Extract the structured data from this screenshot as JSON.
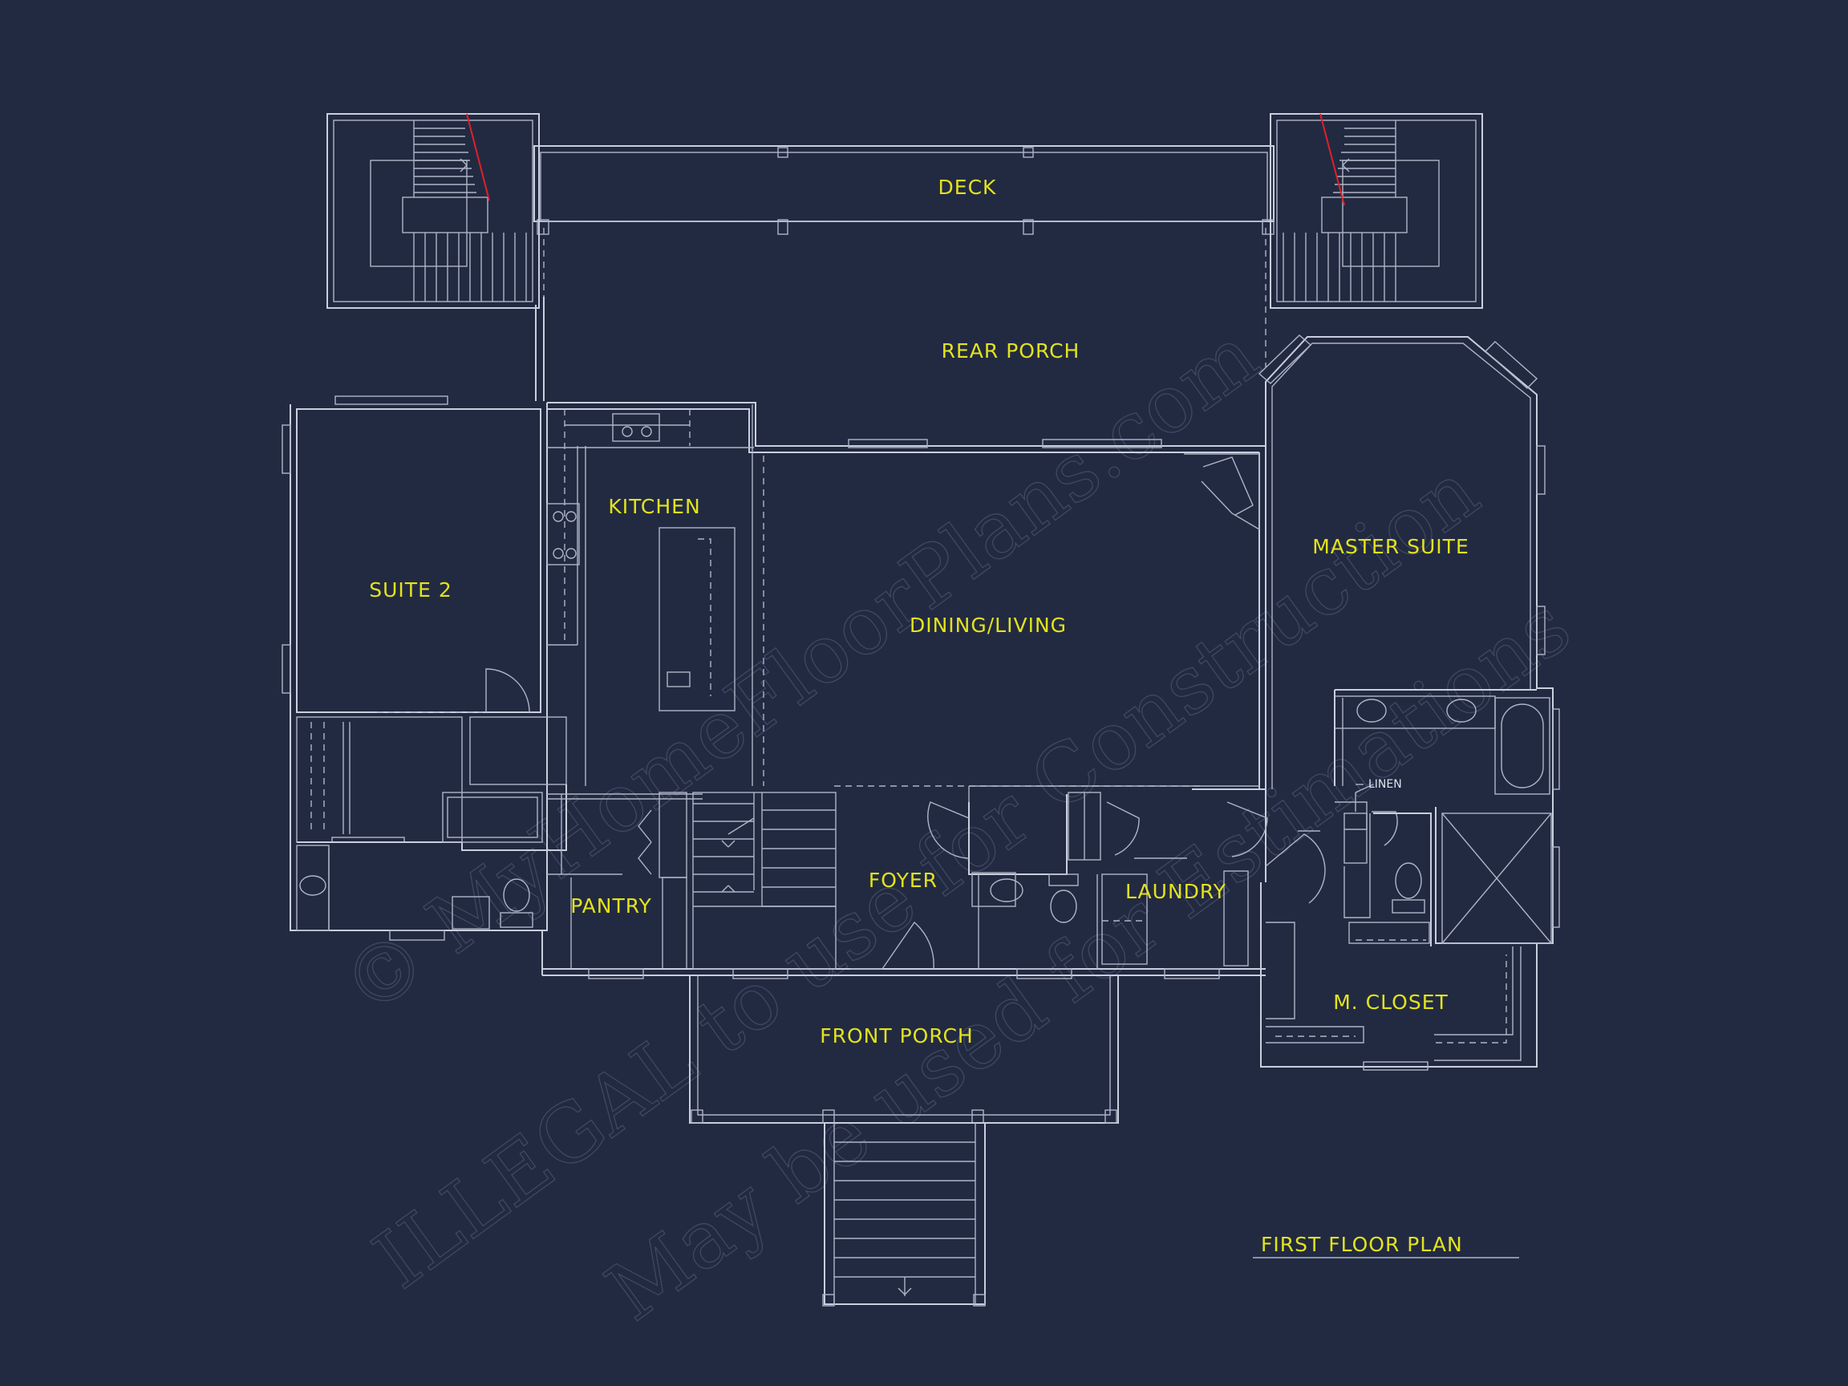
{
  "drawing_title": "FIRST FLOOR PLAN",
  "rooms": {
    "deck": "DECK",
    "rear_porch": "REAR PORCH",
    "kitchen": "KITCHEN",
    "suite_2": "SUITE 2",
    "dining_living": "DINING/LIVING",
    "master_suite": "MASTER SUITE",
    "foyer": "FOYER",
    "pantry": "PANTRY",
    "laundry": "LAUNDRY",
    "m_closet": "M. CLOSET",
    "front_porch": "FRONT PORCH"
  },
  "annotations": {
    "linen": "LINEN"
  },
  "watermark": {
    "line1": "© MyHomeFloorPlans.com",
    "line2": "ILLEGAL to use for Construction",
    "line3": "May be used for Estimations"
  },
  "colors": {
    "background": "#222a42",
    "linework": "#c9cfdc",
    "labels": "#e3e31c",
    "stair_marks": "#e0202a"
  }
}
